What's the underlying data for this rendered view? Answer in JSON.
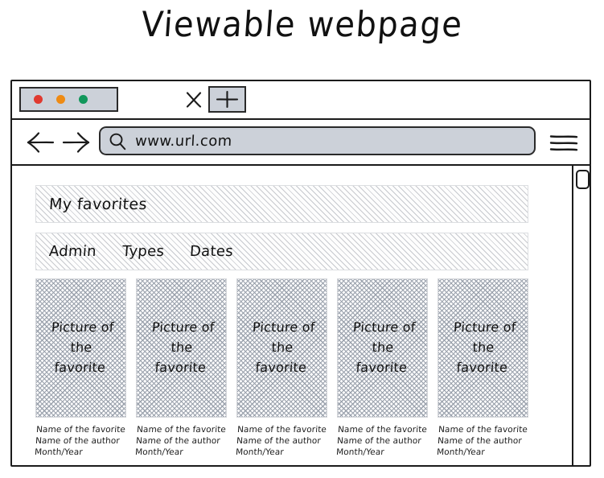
{
  "page": {
    "title": "Viewable webpage"
  },
  "browser": {
    "tab_bar": {
      "traffic_lights": [
        {
          "name": "close-window-dot",
          "color": "#e03a30"
        },
        {
          "name": "minimize-window-dot",
          "color": "#ee8b14"
        },
        {
          "name": "maximize-window-dot",
          "color": "#11975b"
        }
      ],
      "close_tab_icon": "close-icon",
      "new_tab_icon": "plus-icon"
    },
    "address_bar": {
      "back_icon": "arrow-left-icon",
      "forward_icon": "arrow-right-icon",
      "search_icon": "magnifier-icon",
      "url_value": "www.url.com",
      "url_placeholder": "www.url.com",
      "menu_icon": "hamburger-menu-icon"
    },
    "scrollbar": {
      "name": "vertical-scrollbar"
    }
  },
  "content": {
    "header_title": "My favorites",
    "nav_items": [
      {
        "label": "Admin"
      },
      {
        "label": "Types"
      },
      {
        "label": "Dates"
      }
    ],
    "cards": [
      {
        "thumb_label": "Picture of the favorite",
        "name_line": "Name of the favorite",
        "author_line": "Name of the author",
        "date_line": "Month/Year"
      },
      {
        "thumb_label": "Picture of the favorite",
        "name_line": "Name of the favorite",
        "author_line": "Name of the author",
        "date_line": "Month/Year"
      },
      {
        "thumb_label": "Picture of the favorite",
        "name_line": "Name of the favorite",
        "author_line": "Name of the author",
        "date_line": "Month/Year"
      },
      {
        "thumb_label": "Picture of the favorite",
        "name_line": "Name of the favorite",
        "author_line": "Name of the author",
        "date_line": "Month/Year"
      },
      {
        "thumb_label": "Picture of the favorite",
        "name_line": "Name of the favorite",
        "author_line": "Name of the author",
        "date_line": "Month/Year"
      }
    ]
  },
  "colors": {
    "ink": "#1b1b1b",
    "chrome_fill": "#ccd1d9",
    "hatch": "#9aa1ac"
  }
}
